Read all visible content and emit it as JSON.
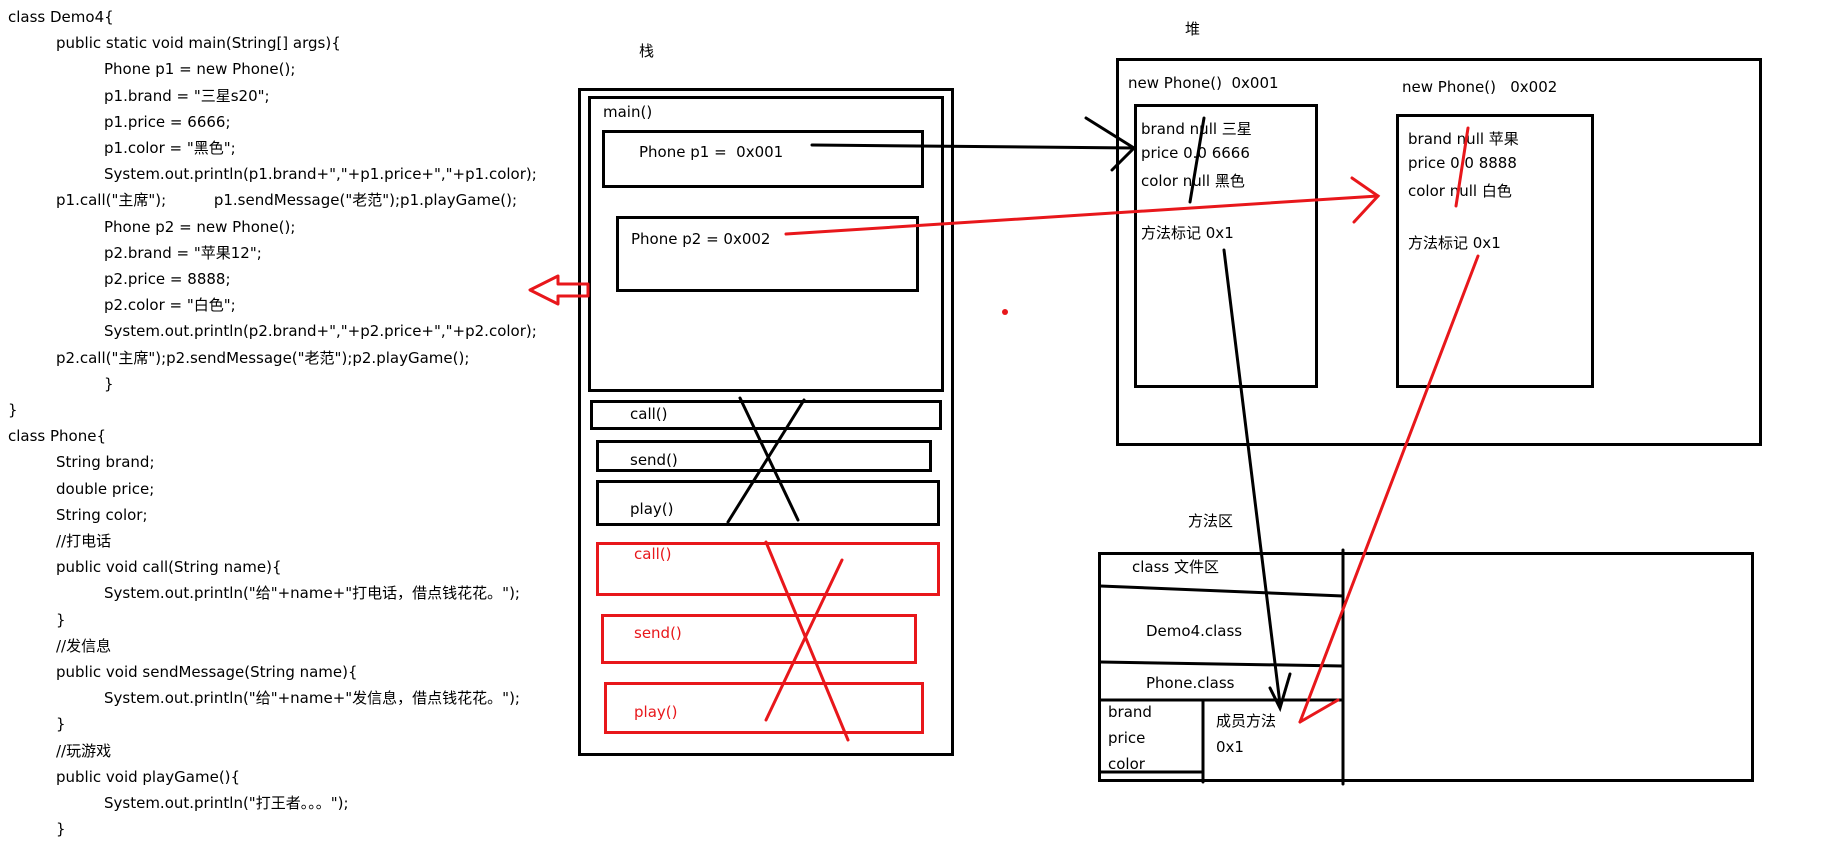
{
  "code": [
    {
      "indent": 0,
      "text": "class Demo4{"
    },
    {
      "indent": 1,
      "text": "public static void main(String[] args){"
    },
    {
      "indent": 2,
      "text": "Phone p1 = new Phone();"
    },
    {
      "indent": 2,
      "text": "p1.brand = \"三星s20\";"
    },
    {
      "indent": 2,
      "text": "p1.price = 6666;"
    },
    {
      "indent": 2,
      "text": "p1.color = \"黑色\";"
    },
    {
      "indent": 2,
      "text": "System.out.println(p1.brand+\",\"+p1.price+\",\"+p1.color);"
    },
    {
      "indent": 1,
      "text": "p1.call(\"主席\");          p1.sendMessage(\"老范\");p1.playGame();"
    },
    {
      "indent": 2,
      "text": "Phone p2 = new Phone();"
    },
    {
      "indent": 2,
      "text": "p2.brand = \"苹果12\";"
    },
    {
      "indent": 2,
      "text": "p2.price = 8888;"
    },
    {
      "indent": 2,
      "text": "p2.color = \"白色\";"
    },
    {
      "indent": 2,
      "text": "System.out.println(p2.brand+\",\"+p2.price+\",\"+p2.color);"
    },
    {
      "indent": 1,
      "text": "p2.call(\"主席\");p2.sendMessage(\"老范\");p2.playGame();"
    },
    {
      "indent": 2,
      "text": "}"
    },
    {
      "indent": 0,
      "text": "}"
    },
    {
      "indent": 0,
      "text": "class Phone{"
    },
    {
      "indent": 1,
      "text": "String brand;"
    },
    {
      "indent": 1,
      "text": "double price;"
    },
    {
      "indent": 1,
      "text": "String color;"
    },
    {
      "indent": 1,
      "text": "//打电话"
    },
    {
      "indent": 1,
      "text": "public void call(String name){"
    },
    {
      "indent": 2,
      "text": "System.out.println(\"给\"+name+\"打电话，借点钱花花。\");"
    },
    {
      "indent": 1,
      "text": "}"
    },
    {
      "indent": 1,
      "text": "//发信息"
    },
    {
      "indent": 1,
      "text": "public void sendMessage(String name){"
    },
    {
      "indent": 2,
      "text": "System.out.println(\"给\"+name+\"发信息，借点钱花花。\");"
    },
    {
      "indent": 1,
      "text": "}"
    },
    {
      "indent": 1,
      "text": "//玩游戏"
    },
    {
      "indent": 1,
      "text": "public void playGame(){"
    },
    {
      "indent": 2,
      "text": "System.out.println(\"打王者。。。\");"
    },
    {
      "indent": 1,
      "text": "}"
    }
  ],
  "stack": {
    "title": "栈",
    "main_label": "main()",
    "p1": "Phone p1 =  0x001",
    "p2": "Phone p2 = 0x002",
    "frames_black": [
      "call()",
      "send()",
      "play()"
    ],
    "frames_red": [
      "call()",
      "send()",
      "play()"
    ]
  },
  "heap": {
    "title": "堆",
    "obj1": {
      "header": "new Phone()  0x001",
      "fields": [
        "brand null 三星",
        "price 0.0 6666",
        "color null 黑色"
      ],
      "method": "方法标记 0x1"
    },
    "obj2": {
      "header": "new Phone()   0x002",
      "fields": [
        "brand null 苹果",
        "price 0.0 8888",
        "color null 白色"
      ],
      "method": "方法标记 0x1"
    }
  },
  "method_area": {
    "title": "方法区",
    "class_file": "class 文件区",
    "demo4": "Demo4.class",
    "phone": "Phone.class",
    "fields": [
      "brand",
      "price",
      "color"
    ],
    "member_methods": "成员方法",
    "member_addr": "0x1"
  },
  "colors": {
    "ink": "#000000",
    "red": "#e8171b"
  }
}
